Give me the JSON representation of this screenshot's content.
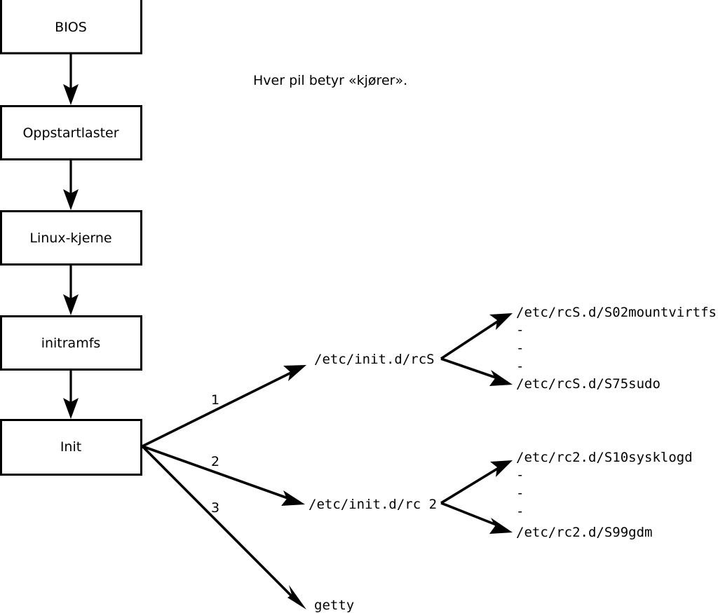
{
  "diagram": {
    "title_caption": "Hver pil betyr «kjører».",
    "colors": {
      "stroke": "#000000",
      "box_fill": "#ffffff",
      "background": "#ffffff"
    },
    "boot_chain": [
      {
        "label": "BIOS"
      },
      {
        "label": "Oppstartlaster"
      },
      {
        "label": "Linux-kjerne"
      },
      {
        "label": "initramfs"
      },
      {
        "label": "Init"
      }
    ],
    "init_branches": [
      {
        "number": "1",
        "target": "/etc/init.d/rcS"
      },
      {
        "number": "2",
        "target": "/etc/init.d/rc 2"
      },
      {
        "number": "3",
        "target": "getty"
      }
    ],
    "rcs_scripts": {
      "first": "/etc/rcS.d/S02mountvirtfs",
      "ellipsis": [
        "-",
        "-",
        "-"
      ],
      "last": "/etc/rcS.d/S75sudo"
    },
    "rc2_scripts": {
      "first": "/etc/rc2.d/S10sysklogd",
      "ellipsis": [
        "-",
        "-",
        "-"
      ],
      "last": "/etc/rc2.d/S99gdm"
    }
  }
}
